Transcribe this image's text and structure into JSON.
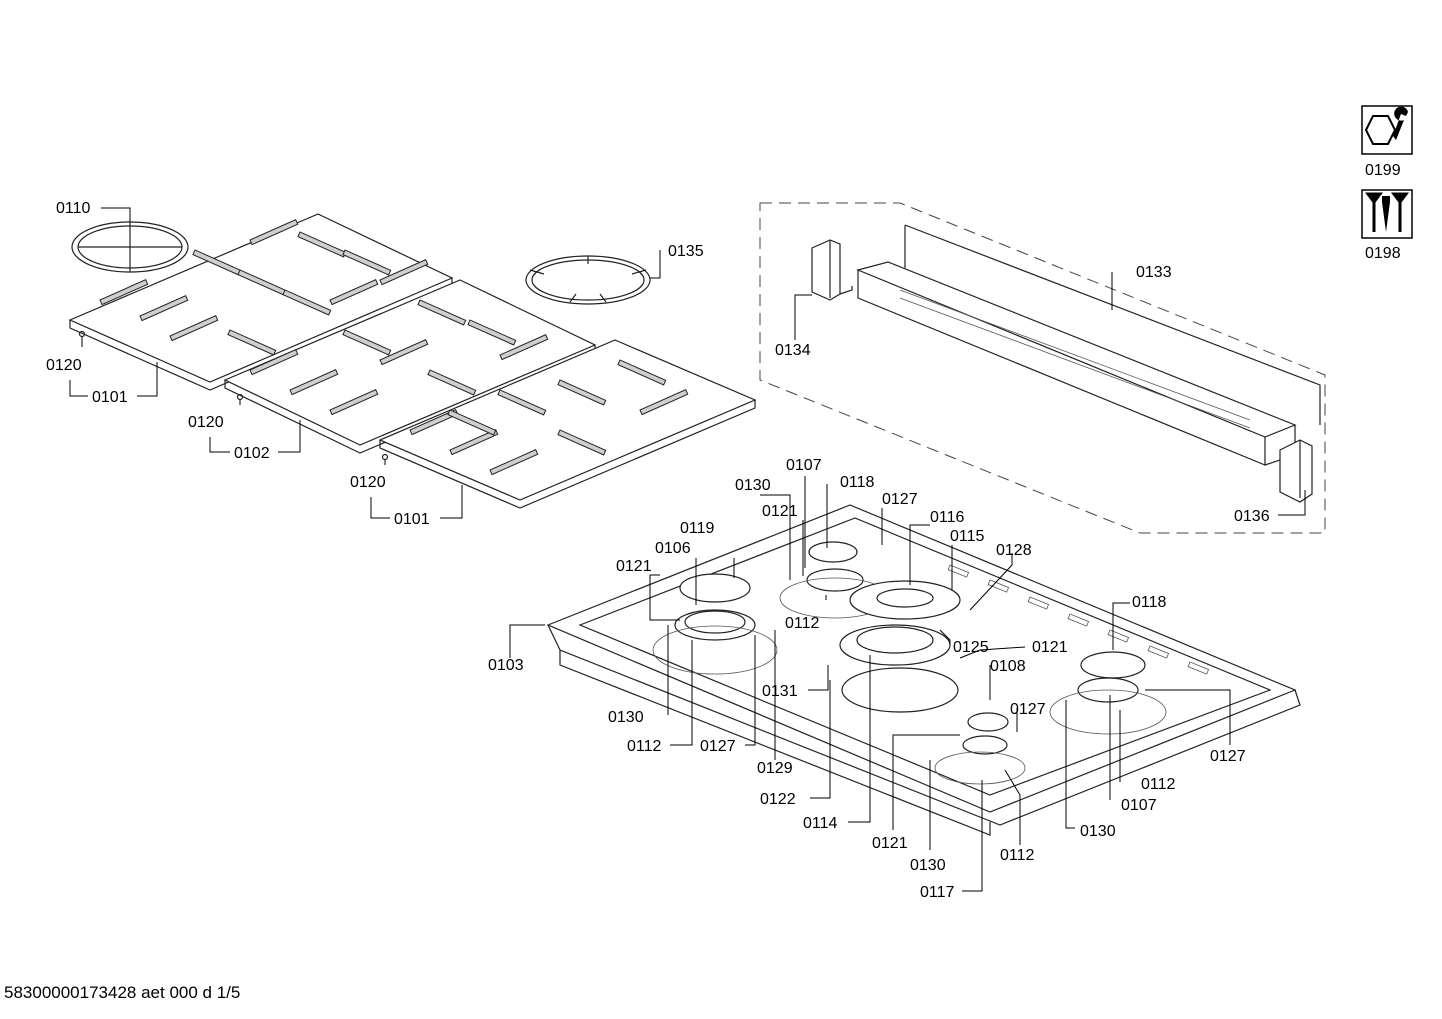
{
  "document_ref": "58300000173428 aet 000 d 1/5",
  "callouts": {
    "c0110": "0110",
    "c0120a": "0120",
    "c0101a": "0101",
    "c0120b": "0120",
    "c0102": "0102",
    "c0120c": "0120",
    "c0101b": "0101",
    "c0135": "0135",
    "c0133": "0133",
    "c0134": "0134",
    "c0136": "0136",
    "c0107a": "0107",
    "c0118a": "0118",
    "c0130a": "0130",
    "c0127a": "0127",
    "c0121a": "0121",
    "c0116": "0116",
    "c0119": "0119",
    "c0115": "0115",
    "c0106": "0106",
    "c0128": "0128",
    "c0121b": "0121",
    "c0118b": "0118",
    "c0112a": "0112",
    "c0125": "0125",
    "c0121c": "0121",
    "c0103": "0103",
    "c0108": "0108",
    "c0131": "0131",
    "c0127b": "0127",
    "c0130b": "0130",
    "c0112b": "0112",
    "c0127c": "0127",
    "c0127d": "0127",
    "c0129": "0129",
    "c0112c": "0112",
    "c0107b": "0107",
    "c0122": "0122",
    "c0114": "0114",
    "c0130c": "0130",
    "c0121d": "0121",
    "c0112d": "0112",
    "c0130d": "0130",
    "c0117": "0117"
  },
  "side_icons": [
    {
      "icon": "nut-wrench-icon",
      "label": "0199"
    },
    {
      "icon": "screws-icon",
      "label": "0198"
    }
  ]
}
